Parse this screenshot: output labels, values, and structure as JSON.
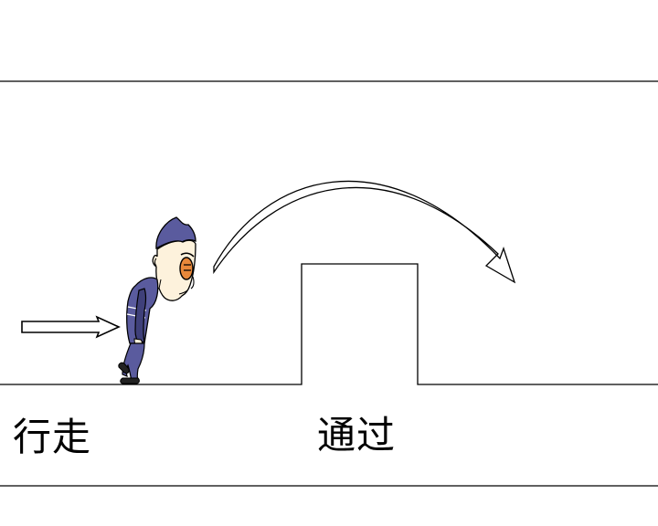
{
  "labels": {
    "walk": "行走",
    "pass": "通过"
  },
  "icons": {
    "move_arrow": "right-arrow-icon",
    "jump_arc": "curved-arrow-icon",
    "character": "boy-character"
  },
  "colors": {
    "outfit": "#5a5b9e",
    "outfit_dark": "#3f407a",
    "skin": "#fdf2dc",
    "glasses": "#e8883a",
    "line": "#000000",
    "background": "#ffffff"
  }
}
